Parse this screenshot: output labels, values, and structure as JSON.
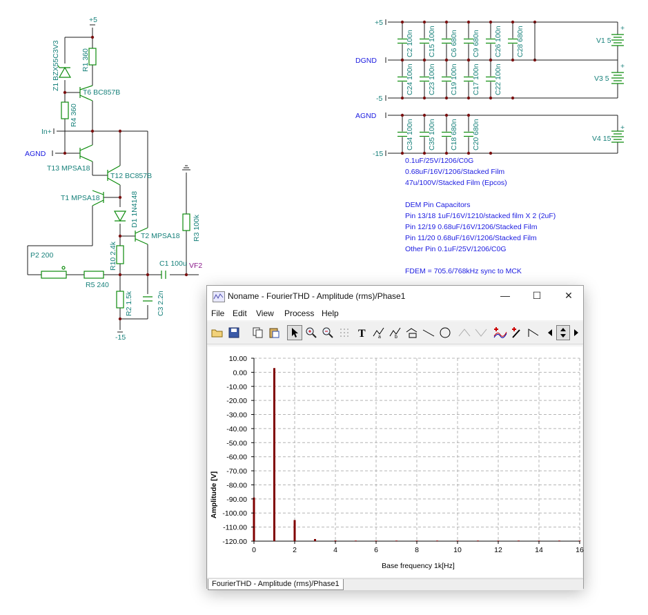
{
  "schematic": {
    "components": {
      "z1": "Z1 BZX55C3V3",
      "r1": "R1 360",
      "t6": "T6 BC857B",
      "r4": "R4 360",
      "t13": "T13 MPSA18",
      "t12": "T12 BC857B",
      "t1": "T1 MPSA18",
      "d1": "D1 1N4148",
      "t2": "T2 MPSA18",
      "r3": "R3 100k",
      "p2": "P2 200",
      "r5": "R5 240",
      "r10": "R10 2.4k",
      "c1": "C1 100u",
      "r2": "R2 1.5k",
      "c3": "C3 2.2n",
      "c2": "C2 100n",
      "c15": "C15 100n",
      "c6": "C6 680n",
      "c9": "C9 680n",
      "c26": "C26 100n",
      "c28": "C28 680n",
      "c24": "C24 100n",
      "c23": "C23 100n",
      "c19": "C19 100n",
      "c17": "C17 100n",
      "c22": "C22 100n",
      "c34": "C34 100n",
      "c35": "C35 100n",
      "c18": "C18 680n",
      "c20": "C20 680n",
      "v1": "V1 5",
      "v3": "V3 5",
      "v4": "V4 15"
    },
    "nets": {
      "plus5_left": "+5",
      "in_plus": "In+",
      "agnd_left": "AGND",
      "minus15_left": "-15",
      "vf2": "VF2",
      "plus5_right": "+5",
      "dgnd": "DGND",
      "minus5": "-5",
      "agnd_right": "AGND",
      "minus15_right": "-15"
    },
    "notes": {
      "cap_types": [
        "0.1uF/25V/1206/C0G",
        "0.68uF/16V/1206/Stacked Film",
        "47u/100V/Stacked Film (Epcos)"
      ],
      "dem_title": "DEM Pin Capacitors",
      "dem_lines": [
        "Pin 13/18 1uF/16V/1210/stacked film X 2 (2uF)",
        "Pin 12/19 0.68uF/16V/1206/Stacked Film",
        "Pin 11/20 0.68uF/16V/1206/Stacked Film",
        "Other Pin 0.1uF/25V/1206/C0G"
      ],
      "fdem": "FDEM = 705.6/768kHz sync to MCK"
    }
  },
  "window": {
    "title": "Noname - FourierTHD - Amplitude (rms)/Phase1",
    "menu": [
      "File",
      "Edit",
      "View",
      "Process",
      "Help"
    ],
    "toolbar_icons": [
      "open-folder-icon",
      "save-icon",
      "copy-icon",
      "paste-icon",
      "pointer-icon",
      "zoom-in-icon",
      "zoom-100-icon",
      "grid-icon",
      "text-icon",
      "cursor-a-icon",
      "cursor-b-icon",
      "label-icon",
      "line-icon",
      "circle-icon",
      "wave-icon",
      "add-marker-icon",
      "probe-icon",
      "slope-icon",
      "arrow-left-icon",
      "arrow-updown-icon",
      "arrow-right-icon"
    ],
    "tab": "FourierTHD - Amplitude (rms)/Phase1"
  },
  "chart_data": {
    "type": "bar",
    "xlabel": "Base frequency 1k[Hz]",
    "ylabel": "Amplitude [V]",
    "xlim": [
      0,
      16
    ],
    "ylim": [
      -120,
      10
    ],
    "xticks": [
      0,
      2,
      4,
      6,
      8,
      10,
      12,
      14,
      16
    ],
    "yticks": [
      10,
      0,
      -10,
      -20,
      -30,
      -40,
      -50,
      -60,
      -70,
      -80,
      -90,
      -100,
      -110,
      -120
    ],
    "ytick_labels": [
      "10.00",
      "0.00",
      "-10.00",
      "-20.00",
      "-30.00",
      "-40.00",
      "-50.00",
      "-60.00",
      "-70.00",
      "-80.00",
      "-90.00",
      "-100.00",
      "-110.00",
      "-120.00"
    ],
    "grid": true,
    "color": "#800000",
    "x": [
      0,
      1,
      2,
      3,
      4,
      5,
      6,
      7,
      8,
      9,
      10,
      11,
      12,
      13,
      14,
      15,
      16
    ],
    "values": [
      -89,
      3,
      -105,
      -118.5,
      -119.5,
      -119.6,
      -119.6,
      -119.6,
      -119.6,
      -119.6,
      -119.6,
      -119.6,
      -119.6,
      -119.6,
      -119.6,
      -119.6,
      -119.6
    ]
  }
}
